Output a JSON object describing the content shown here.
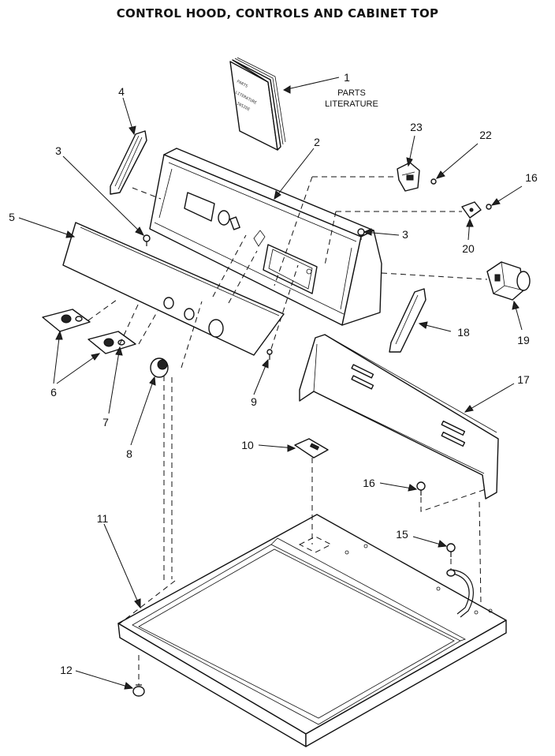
{
  "title": "CONTROL HOOD, CONTROLS AND CABINET TOP",
  "colors": {
    "ink": "#111111",
    "paper": "#ffffff"
  },
  "booklet_text": [
    "PARTS",
    "LITERATURE",
    "INSIDE"
  ],
  "callouts": [
    {
      "id": "1",
      "num": "1",
      "caption_lines": [
        "PARTS",
        "LITERATURE"
      ]
    },
    {
      "id": "2",
      "num": "2"
    },
    {
      "id": "3a",
      "num": "3"
    },
    {
      "id": "3b",
      "num": "3"
    },
    {
      "id": "4",
      "num": "4"
    },
    {
      "id": "5",
      "num": "5"
    },
    {
      "id": "6",
      "num": "6"
    },
    {
      "id": "7",
      "num": "7"
    },
    {
      "id": "8",
      "num": "8"
    },
    {
      "id": "9",
      "num": "9"
    },
    {
      "id": "10",
      "num": "10"
    },
    {
      "id": "11",
      "num": "11"
    },
    {
      "id": "12",
      "num": "12"
    },
    {
      "id": "15",
      "num": "15"
    },
    {
      "id": "16a",
      "num": "16"
    },
    {
      "id": "16b",
      "num": "16"
    },
    {
      "id": "17",
      "num": "17"
    },
    {
      "id": "18",
      "num": "18"
    },
    {
      "id": "19",
      "num": "19"
    },
    {
      "id": "20",
      "num": "20"
    },
    {
      "id": "22",
      "num": "22"
    },
    {
      "id": "23",
      "num": "23"
    }
  ]
}
